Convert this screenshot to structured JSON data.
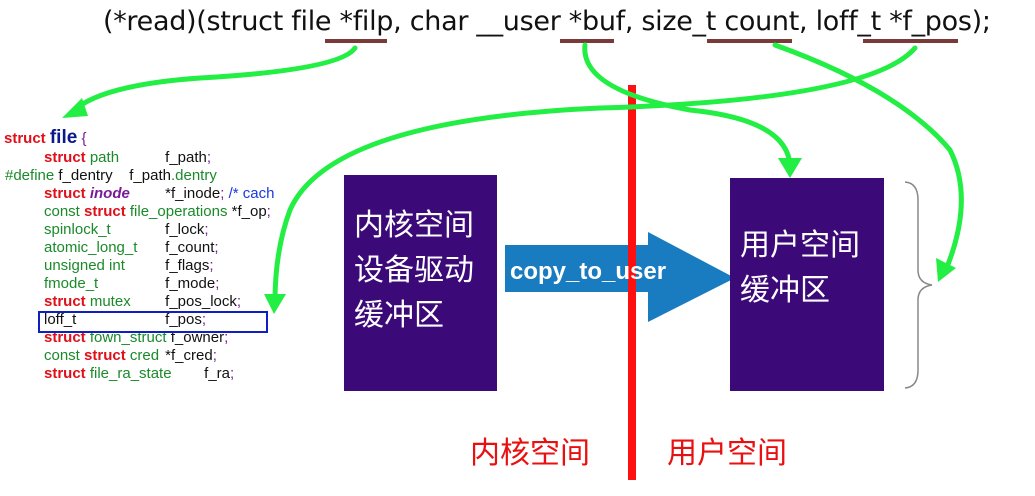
{
  "signature": {
    "prefix": "(*read)(struct file ",
    "p1": "*filp",
    ", ": "",
    "mid1": ", char __user ",
    "p2": "*buf",
    "mid2": ", size_t ",
    "p3": "count",
    "mid3": ", loff_t ",
    "p4": "*f_pos",
    "suffix": ");"
  },
  "code": [
    [
      [
        "k",
        "struct "
      ],
      [
        "big",
        "file"
      ],
      [
        "p",
        " {"
      ]
    ],
    [
      [
        "k",
        "struct "
      ],
      [
        "t",
        "path"
      ],
      [
        "tab",
        ""
      ],
      [
        "n",
        "f_path"
      ],
      [
        "p",
        ";"
      ]
    ],
    [
      [
        "t",
        "#define "
      ],
      [
        "n",
        "f_dentry    "
      ],
      [
        "n",
        "f_path"
      ],
      [
        "t",
        ".dentry"
      ]
    ],
    [
      [
        "k",
        "struct "
      ],
      [
        "pi",
        "inode"
      ],
      [
        "tab",
        ""
      ],
      [
        "n",
        "*f_inode"
      ],
      [
        "p",
        ";"
      ],
      [
        "c",
        " /* cach"
      ]
    ],
    [
      [
        "t",
        "const "
      ],
      [
        "k",
        "struct "
      ],
      [
        "t",
        "file_operations"
      ],
      [
        "tab",
        ""
      ],
      [
        "n",
        "*f_op"
      ],
      [
        "p",
        ";"
      ]
    ],
    [
      [
        "t",
        "spinlock_t"
      ],
      [
        "tab",
        ""
      ],
      [
        "n",
        "f_lock"
      ],
      [
        "p",
        ";"
      ]
    ],
    [
      [
        "t",
        "atomic_long_t"
      ],
      [
        "tab",
        ""
      ],
      [
        "n",
        "f_count"
      ],
      [
        "p",
        ";"
      ]
    ],
    [
      [
        "t",
        "unsigned int"
      ],
      [
        "tab",
        ""
      ],
      [
        "n",
        "f_flags"
      ],
      [
        "p",
        ";"
      ]
    ],
    [
      [
        "t",
        "fmode_t"
      ],
      [
        "tab",
        ""
      ],
      [
        "n",
        "f_mode"
      ],
      [
        "p",
        ";"
      ]
    ],
    [
      [
        "k",
        "struct "
      ],
      [
        "t",
        "mutex"
      ],
      [
        "tab",
        ""
      ],
      [
        "n",
        "f_pos_lock"
      ],
      [
        "p",
        ";"
      ]
    ],
    [
      [
        "n",
        "loff_t"
      ],
      [
        "tab",
        ""
      ],
      [
        "n",
        "f_pos"
      ],
      [
        "p",
        ";"
      ]
    ],
    [
      [
        "k",
        "struct "
      ],
      [
        "t",
        "fown_struct"
      ],
      [
        "tab",
        ""
      ],
      [
        "n",
        "f_owner"
      ],
      [
        "p",
        ";"
      ]
    ],
    [
      [
        "t",
        "const "
      ],
      [
        "k",
        "struct "
      ],
      [
        "t",
        "cred"
      ],
      [
        "tab",
        ""
      ],
      [
        "n",
        "*f_cred"
      ],
      [
        "p",
        ";"
      ]
    ],
    [
      [
        "k",
        "struct "
      ],
      [
        "t",
        "file_ra_state"
      ],
      [
        "tab",
        ""
      ],
      [
        "n",
        "f_ra"
      ],
      [
        "p",
        ";"
      ]
    ]
  ],
  "kernel_buffer": [
    "内核空间",
    "设备驱动",
    "缓冲区"
  ],
  "user_buffer": [
    "用户空间",
    "缓冲区"
  ],
  "copy_label": "copy_to_user",
  "kernel_space_label": "内核空间",
  "user_space_label": "用户空间",
  "colors": {
    "box": "#3b0a78",
    "arrow": "#1a7cc0",
    "divider": "#ff1010",
    "green": "#22ee44",
    "underline": "#7a3a3a"
  }
}
